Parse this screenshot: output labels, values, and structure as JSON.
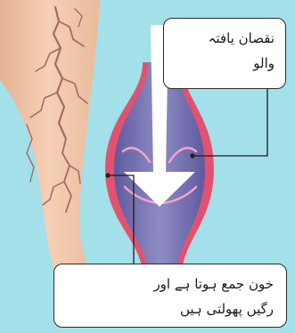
{
  "callouts": {
    "damaged_valve": {
      "lines": [
        "نقصان یافتہ",
        "والو"
      ]
    },
    "pooling_blood": {
      "lines": [
        "خون جمع ہوتا ہے اور",
        "رگیں پھولتی ہیں"
      ]
    }
  },
  "colors": {
    "background": "#a3e0ea",
    "skin": "#f2c9ad",
    "varicose_vein": "#a36a6a",
    "vein_wall": "#e2526f",
    "vein_lumen": "#7b78b2",
    "valve": "#f4a3c4",
    "arrow": "#ffffff"
  },
  "icons": {
    "flow_arrow": "down-arrow",
    "leg": "leg-illustration"
  }
}
